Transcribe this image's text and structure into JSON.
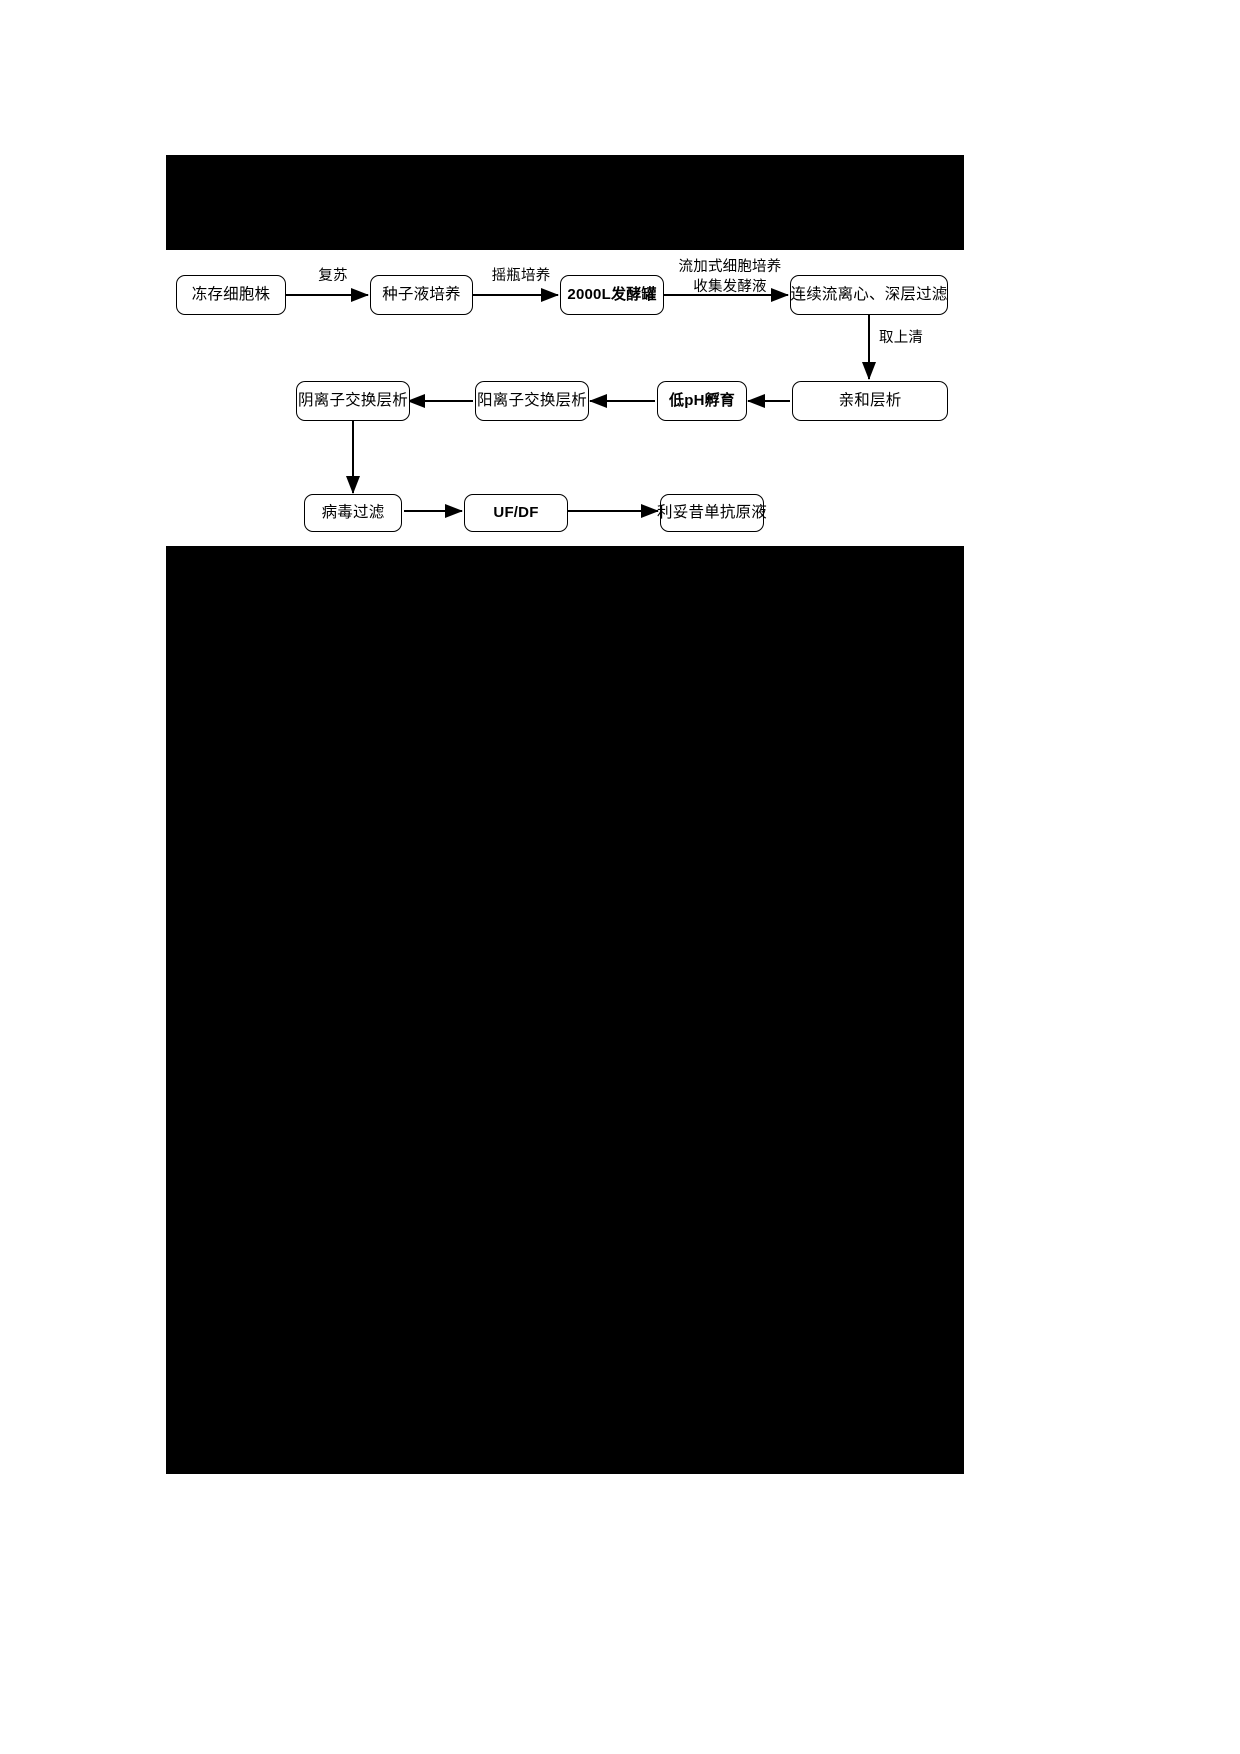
{
  "page": {
    "background_color": "#ffffff",
    "ink_color": "#000000"
  },
  "redactions": [
    {
      "name": "top-redaction-block",
      "color": "#000000"
    },
    {
      "name": "bottom-redaction-block",
      "color": "#000000"
    }
  ],
  "diagram": {
    "type": "process-flowchart",
    "title": "",
    "nodes": [
      {
        "id": "n1",
        "label": "冻存细胞株",
        "row": 1,
        "bold": false
      },
      {
        "id": "n2",
        "label": "种子液培养",
        "row": 1,
        "bold": false
      },
      {
        "id": "n3",
        "label": "2000L发酵罐",
        "row": 1,
        "bold": true
      },
      {
        "id": "n4",
        "label": "连续流离心、深层过滤",
        "row": 1,
        "bold": false
      },
      {
        "id": "n5",
        "label": "亲和层析",
        "row": 2,
        "bold": false
      },
      {
        "id": "n6",
        "label": "低pH孵育",
        "row": 2,
        "bold": true
      },
      {
        "id": "n7",
        "label": "阳离子交换层析",
        "row": 2,
        "bold": false
      },
      {
        "id": "n8",
        "label": "阴离子交换层析",
        "row": 2,
        "bold": false
      },
      {
        "id": "n9",
        "label": "病毒过滤",
        "row": 3,
        "bold": false
      },
      {
        "id": "n10",
        "label": "UF/DF",
        "row": 3,
        "bold": true
      },
      {
        "id": "n11",
        "label": "利妥昔单抗原液",
        "row": 3,
        "bold": false
      }
    ],
    "edges": [
      {
        "from": "n1",
        "to": "n2",
        "label": "复苏",
        "label_lines": [
          "复苏"
        ]
      },
      {
        "from": "n2",
        "to": "n3",
        "label": "摇瓶培养",
        "label_lines": [
          "摇瓶培养"
        ]
      },
      {
        "from": "n3",
        "to": "n4",
        "label": "流加式细胞培养 收集发酵液",
        "label_lines": [
          "流加式细胞培养",
          "收集发酵液"
        ]
      },
      {
        "from": "n4",
        "to": "n5",
        "label": "取上清",
        "label_lines": [
          "取上清"
        ]
      },
      {
        "from": "n5",
        "to": "n6",
        "label": "",
        "label_lines": []
      },
      {
        "from": "n6",
        "to": "n7",
        "label": "",
        "label_lines": []
      },
      {
        "from": "n7",
        "to": "n8",
        "label": "",
        "label_lines": []
      },
      {
        "from": "n8",
        "to": "n9",
        "label": "",
        "label_lines": []
      },
      {
        "from": "n9",
        "to": "n10",
        "label": "",
        "label_lines": []
      },
      {
        "from": "n10",
        "to": "n11",
        "label": "",
        "label_lines": []
      }
    ],
    "edge_labels": {
      "revive": "复苏",
      "shake_flask": "摇瓶培养",
      "fedbatch_line1": "流加式细胞培养",
      "fedbatch_line2": "收集发酵液",
      "supernatant": "取上清"
    }
  }
}
